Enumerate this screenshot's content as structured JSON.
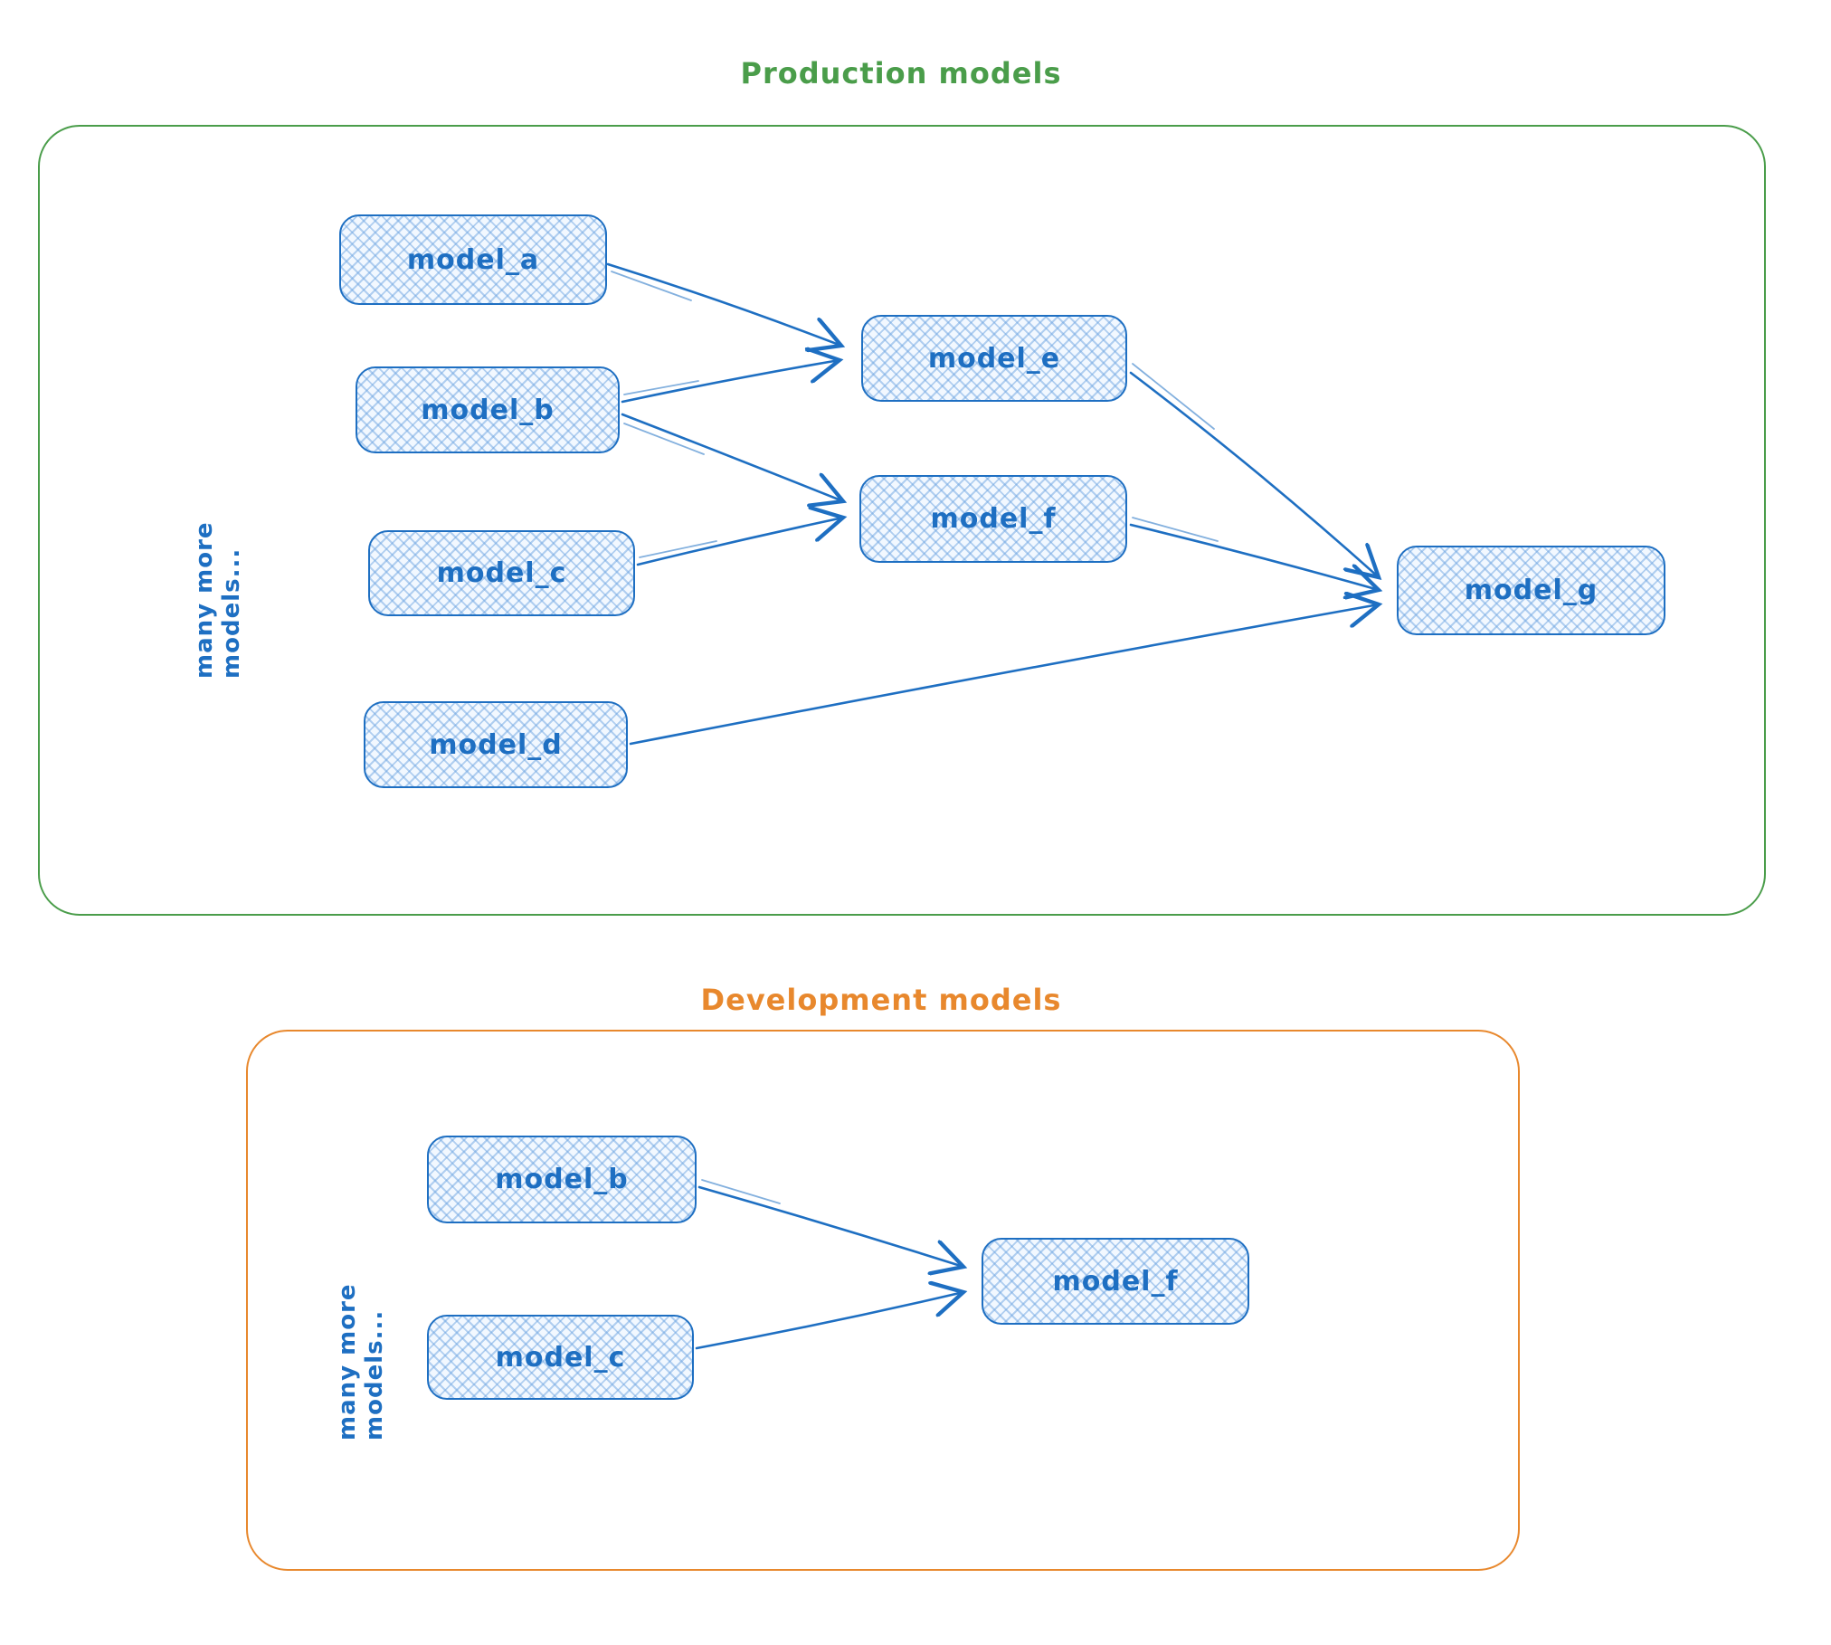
{
  "colors": {
    "node_stroke": "#1e6fc2",
    "node_fill": "#e9f2fc",
    "production_accent": "#4a9d4a",
    "development_accent": "#e8882d"
  },
  "production": {
    "title": "Production models",
    "side_note": "many more models...",
    "nodes": [
      {
        "id": "model_a",
        "label": "model_a"
      },
      {
        "id": "model_b",
        "label": "model_b"
      },
      {
        "id": "model_c",
        "label": "model_c"
      },
      {
        "id": "model_d",
        "label": "model_d"
      },
      {
        "id": "model_e",
        "label": "model_e"
      },
      {
        "id": "model_f",
        "label": "model_f"
      },
      {
        "id": "model_g",
        "label": "model_g"
      }
    ],
    "edges": [
      {
        "from": "model_a",
        "to": "model_e"
      },
      {
        "from": "model_b",
        "to": "model_e"
      },
      {
        "from": "model_b",
        "to": "model_f"
      },
      {
        "from": "model_c",
        "to": "model_f"
      },
      {
        "from": "model_e",
        "to": "model_g"
      },
      {
        "from": "model_f",
        "to": "model_g"
      },
      {
        "from": "model_d",
        "to": "model_g"
      }
    ]
  },
  "development": {
    "title": "Development models",
    "side_note": "many more models...",
    "nodes": [
      {
        "id": "model_b",
        "label": "model_b"
      },
      {
        "id": "model_c",
        "label": "model_c"
      },
      {
        "id": "model_f",
        "label": "model_f"
      }
    ],
    "edges": [
      {
        "from": "model_b",
        "to": "model_f"
      },
      {
        "from": "model_c",
        "to": "model_f"
      }
    ]
  }
}
